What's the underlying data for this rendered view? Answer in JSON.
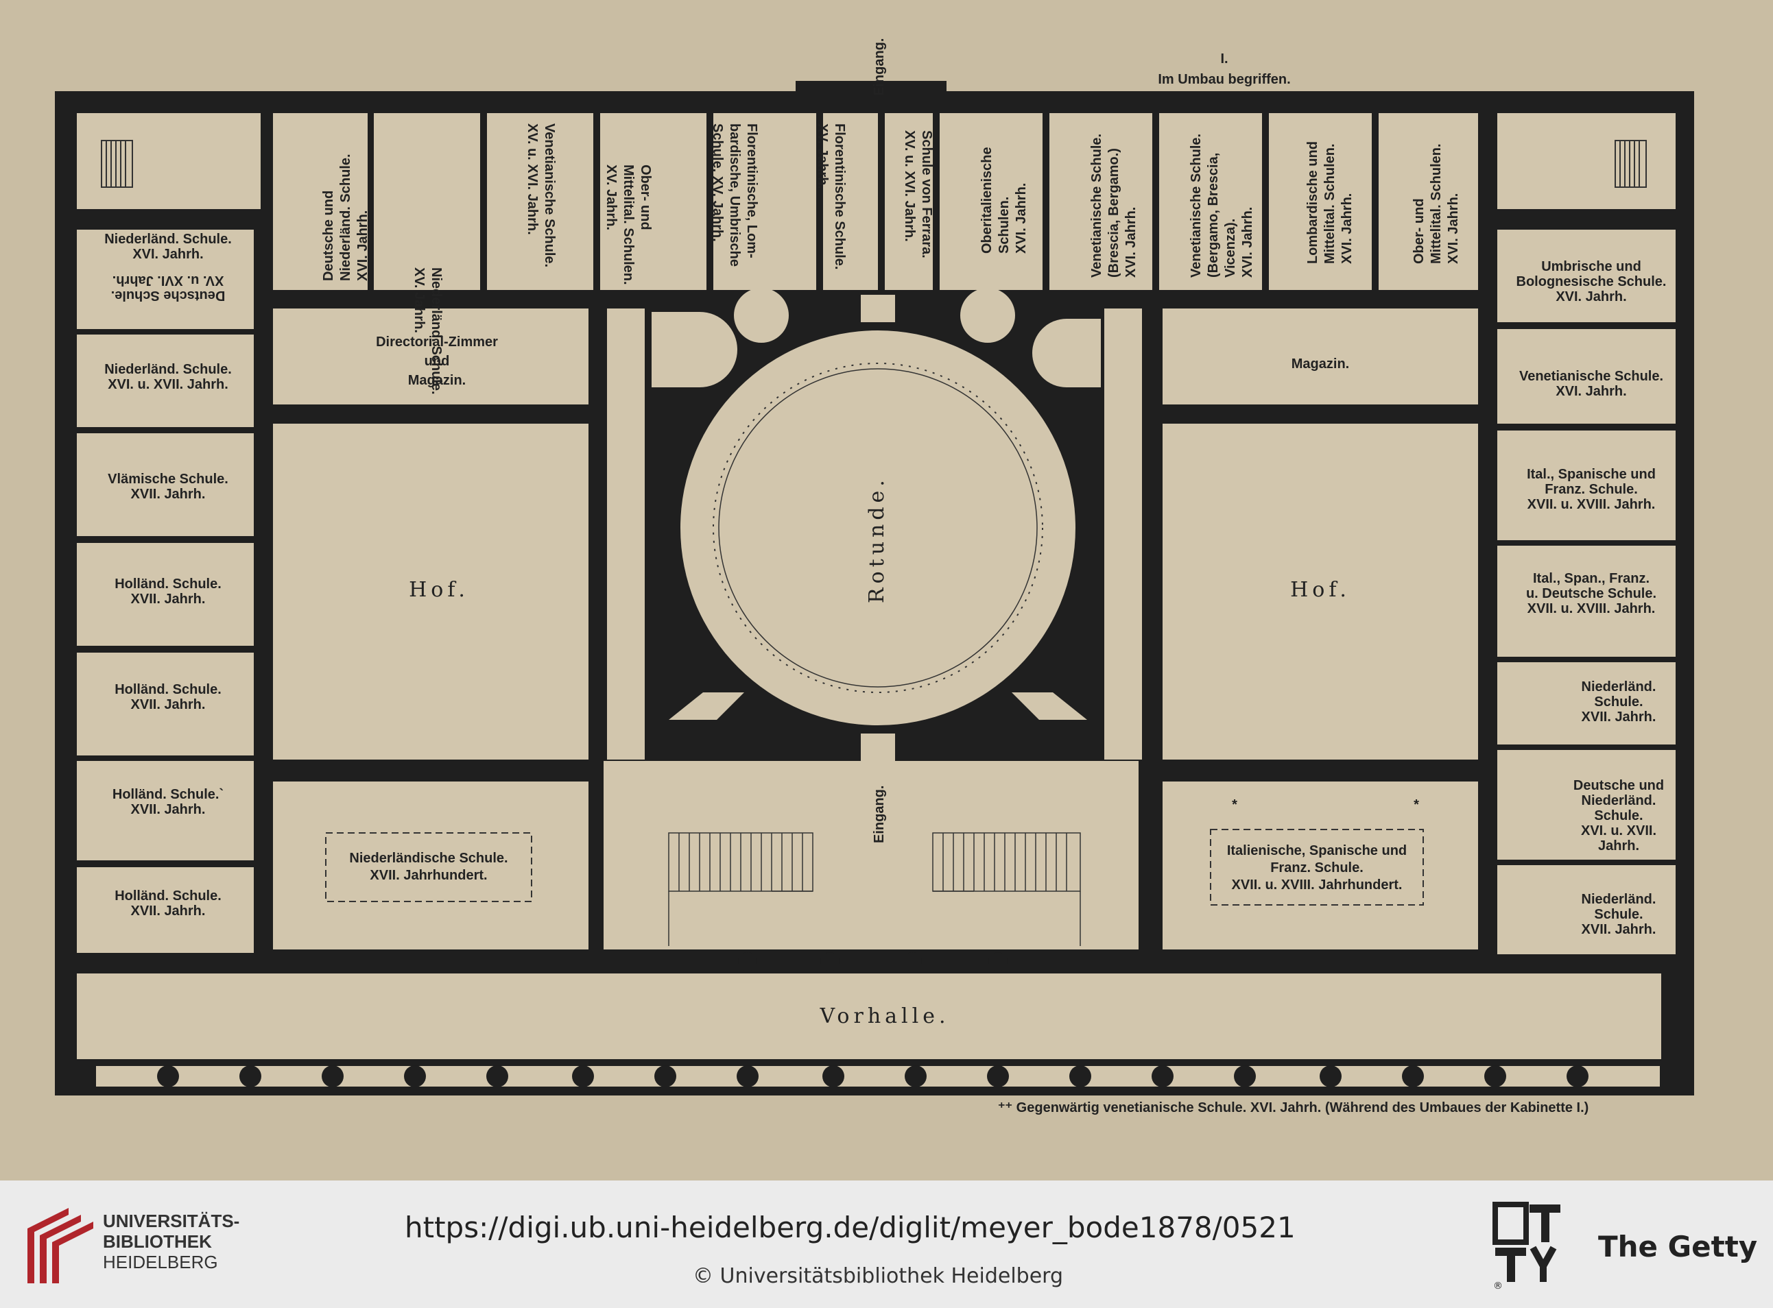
{
  "plan": {
    "top_note": "I.",
    "top_note_sub": "Im Umbau begriffen.",
    "entrance_top": "Eingang.",
    "entrance_bottom": "Eingang.",
    "rotunde": "Rotunde.",
    "hof_left": "Hof.",
    "hof_right": "Hof.",
    "vorhalle": "Vorhalle.",
    "footnote": "⁺⁺ Gegenwärtig venetianische Schule. XVI. Jahrh. (Während des Umbaues der Kabinette I.)",
    "top_rooms": [
      [
        "Deutsche und",
        "Niederländ. Schule.",
        "XVI. Jahrh."
      ],
      [
        "Niederländ. Schule.",
        "XV. Jahrh."
      ],
      [
        "Venetianische Schule.",
        "XV. u. XVI. Jahrh."
      ],
      [
        "Ober- und",
        "Mittelital. Schulen.",
        "XV. Jahrh."
      ],
      [
        "Florentinische, Lom-",
        "bardische, Umbrische",
        "Schule. XV. Jahrh."
      ],
      [
        "Florentinische Schule.",
        "XV. Jahrh."
      ],
      [
        "Schule von Ferrara.",
        "XV. u. XVI. Jahrh."
      ],
      [
        "Oberitalienische",
        "Schulen.",
        "XVI. Jahrh."
      ],
      [
        "Venetianische Schule.",
        "(Brescia, Bergamo.)",
        "XVI. Jahrh."
      ],
      [
        "Venetianische Schule.",
        "(Bergamo, Brescia,",
        "Vicenza).",
        "XVI. Jahrh."
      ],
      [
        "Lombardische und",
        "Mittelital. Schulen.",
        "XVI. Jahrh."
      ],
      [
        "Ober- und",
        "Mittelital. Schulen.",
        "XVI. Jahrh."
      ]
    ],
    "left_rooms": [
      [
        "Niederländ. Schule.",
        "XVI. Jahrh."
      ],
      [
        "Deutsche Schule.",
        "XV. u. XVI. Jahrh."
      ],
      [
        "Niederländ. Schule.",
        "XVI. u. XVII. Jahrh."
      ],
      [
        "Vlämische Schule.",
        "XVII. Jahrh."
      ],
      [
        "Holländ. Schule.",
        "XVII. Jahrh."
      ],
      [
        "Holländ. Schule.",
        "XVII. Jahrh."
      ],
      [
        "Holländ. Schule.`",
        "XVII. Jahrh."
      ],
      [
        "Holländ. Schule.",
        "XVII. Jahrh."
      ]
    ],
    "right_rooms": [
      [
        "Umbrische und",
        "Bolognesische Schule.",
        "XVI. Jahrh."
      ],
      [
        "Venetianische Schule.",
        "XVI. Jahrh."
      ],
      [
        "Ital., Spanische und",
        "Franz. Schule.",
        "XVII. u. XVIII. Jahrh."
      ],
      [
        "Ital., Span., Franz.",
        "u. Deutsche Schule.",
        "XVII. u. XVIII. Jahrh."
      ],
      [
        "Niederländ.",
        "Schule.",
        "XVII. Jahrh."
      ],
      [
        "Deutsche und",
        "Niederländ.",
        "Schule.",
        "XVI. u. XVII.",
        "Jahrh."
      ],
      [
        "Niederländ.",
        "Schule.",
        "XVII. Jahrh."
      ]
    ],
    "directorial": [
      "Directorial-Zimmer",
      "und",
      "Magazin."
    ],
    "magazin": "Magazin.",
    "niederl_hall": [
      "Niederländische Schule.",
      "XVII. Jahrhundert."
    ],
    "ital_hall": [
      "Italienische, Spanische und",
      "Franz. Schule.",
      "XVII. u. XVIII. Jahrhundert."
    ],
    "asterisk": "*"
  },
  "footer": {
    "ub_line1": "UNIVERSITÄTS-",
    "ub_line2": "BIBLIOTHEK",
    "ub_line3": "HEIDELBERG",
    "url": "https://digi.ub.uni-heidelberg.de/diglit/meyer_bode1878/0521",
    "copyright": "© Universitätsbibliothek Heidelberg",
    "getty": "The Getty",
    "getty_mark": "®"
  },
  "colors": {
    "paper": "#c9bda3",
    "wall": "#1f1f1f",
    "footer_bg": "#ebebeb",
    "ub_red": "#b0252b"
  }
}
